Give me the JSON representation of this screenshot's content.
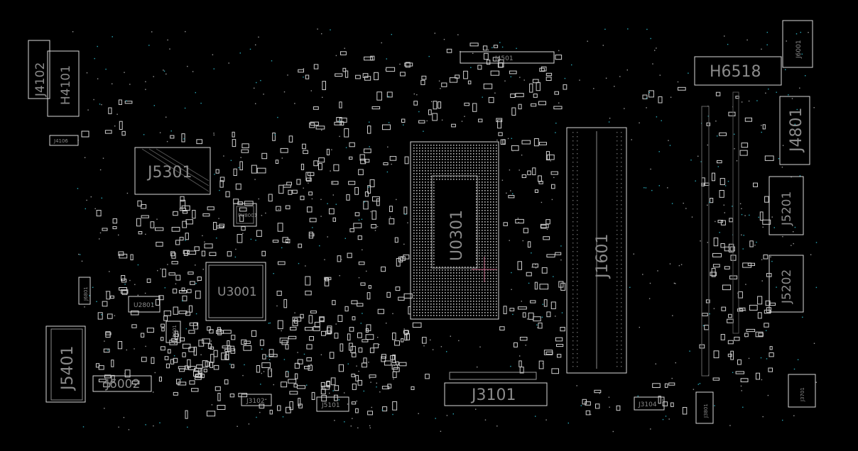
{
  "board": {
    "background": "#000000",
    "outline_color": "#d8d8d8",
    "label_color": "#8a8a8a",
    "via_color": "#2aa8b8"
  },
  "labels": {
    "J4102": "J4102",
    "H4101": "H4101",
    "J4106": "J4106",
    "J5301": "J5301",
    "PU8001": "PU8001",
    "U3001": "U3001",
    "J6801": "J6801",
    "U2801": "U2801",
    "J5001": "J5001",
    "J5401": "J5401",
    "J6002": "J6002",
    "J3102": "J3102",
    "J5101": "J5101",
    "J4501": "J4501",
    "U0301": "U0301",
    "J3101": "J3101",
    "J1601": "J1601",
    "J3104": "J3104",
    "J3801": "J3801",
    "H6518": "H6518",
    "J6001": "J6001",
    "J4801": "J4801",
    "J5201": "J5201",
    "J5202": "J5202",
    "J3701": "J3701"
  }
}
